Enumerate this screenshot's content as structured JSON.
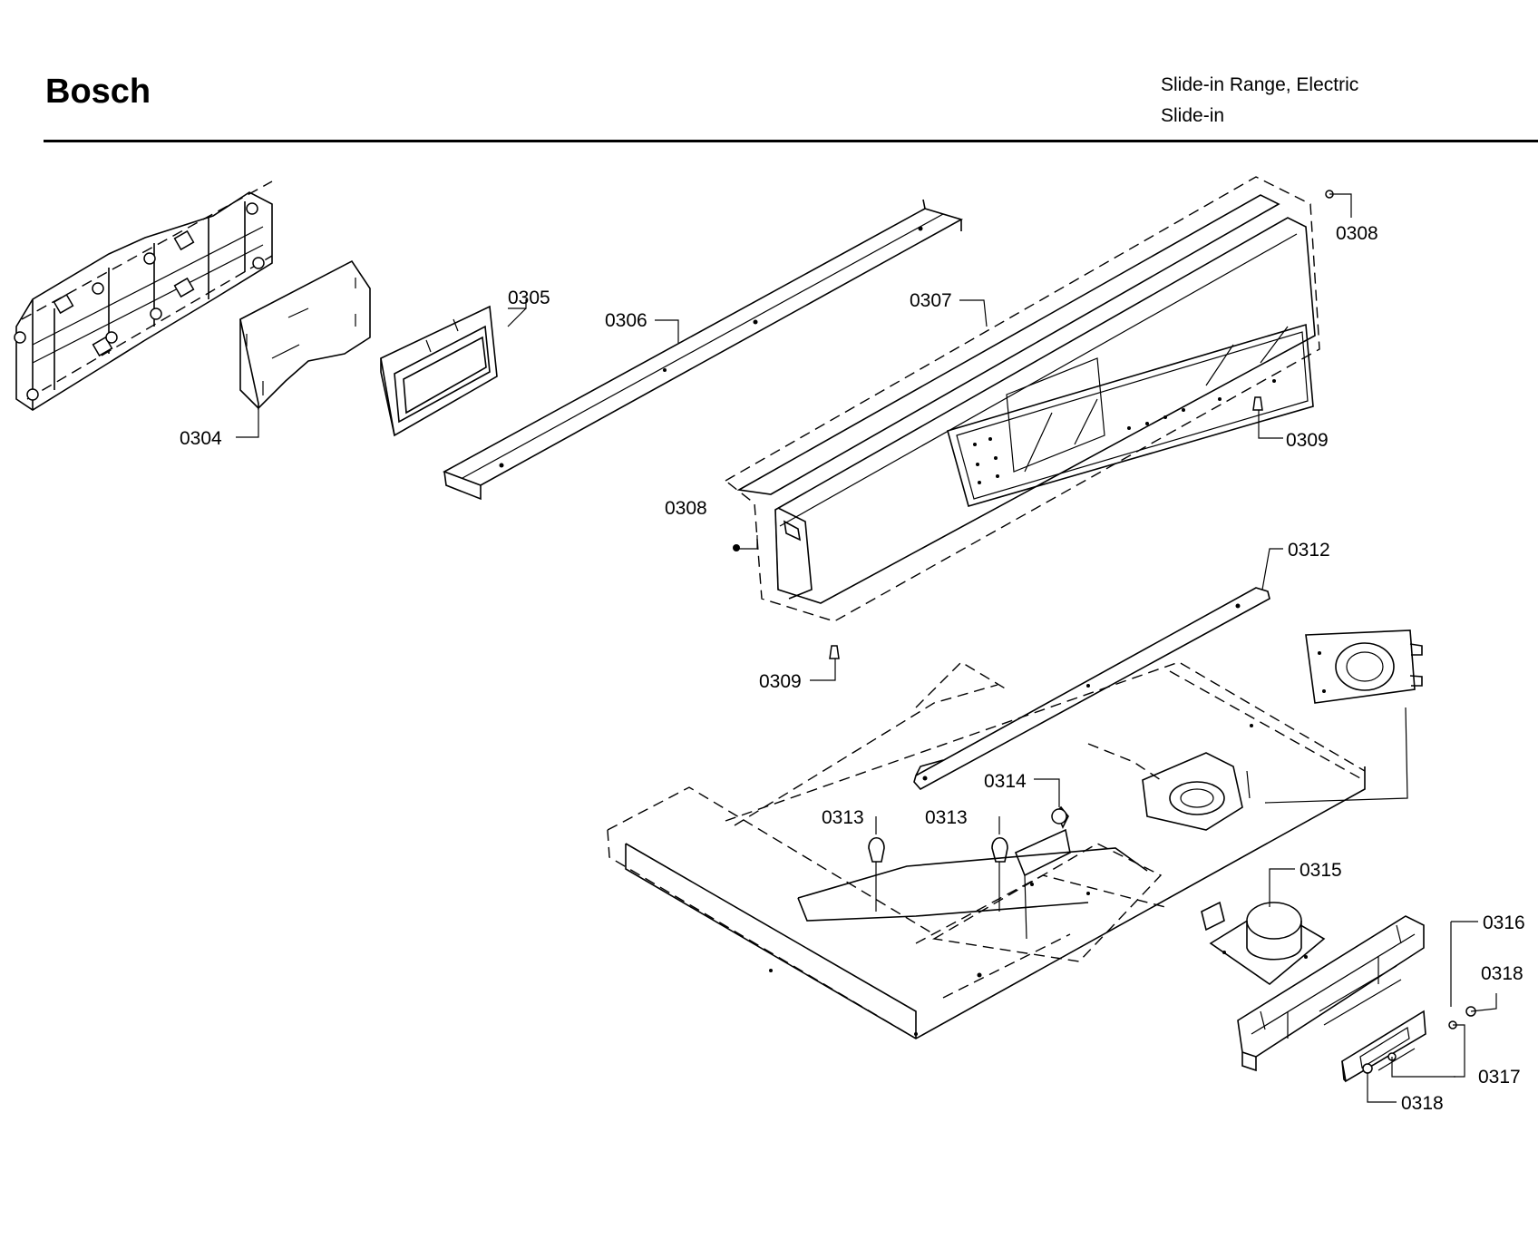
{
  "header": {
    "brand": "Bosch",
    "subtitle_line1": "Slide-in Range, Electric",
    "subtitle_line2": "Slide-in"
  },
  "callouts": {
    "p0304": "0304",
    "p0305": "0305",
    "p0306": "0306",
    "p0307": "0307",
    "p0308a": "0308",
    "p0308b": "0308",
    "p0309a": "0309",
    "p0309b": "0309",
    "p0312": "0312",
    "p0313a": "0313",
    "p0313b": "0313",
    "p0314": "0314",
    "p0315": "0315",
    "p0316": "0316",
    "p0317": "0317",
    "p0318a": "0318",
    "p0318b": "0318"
  }
}
